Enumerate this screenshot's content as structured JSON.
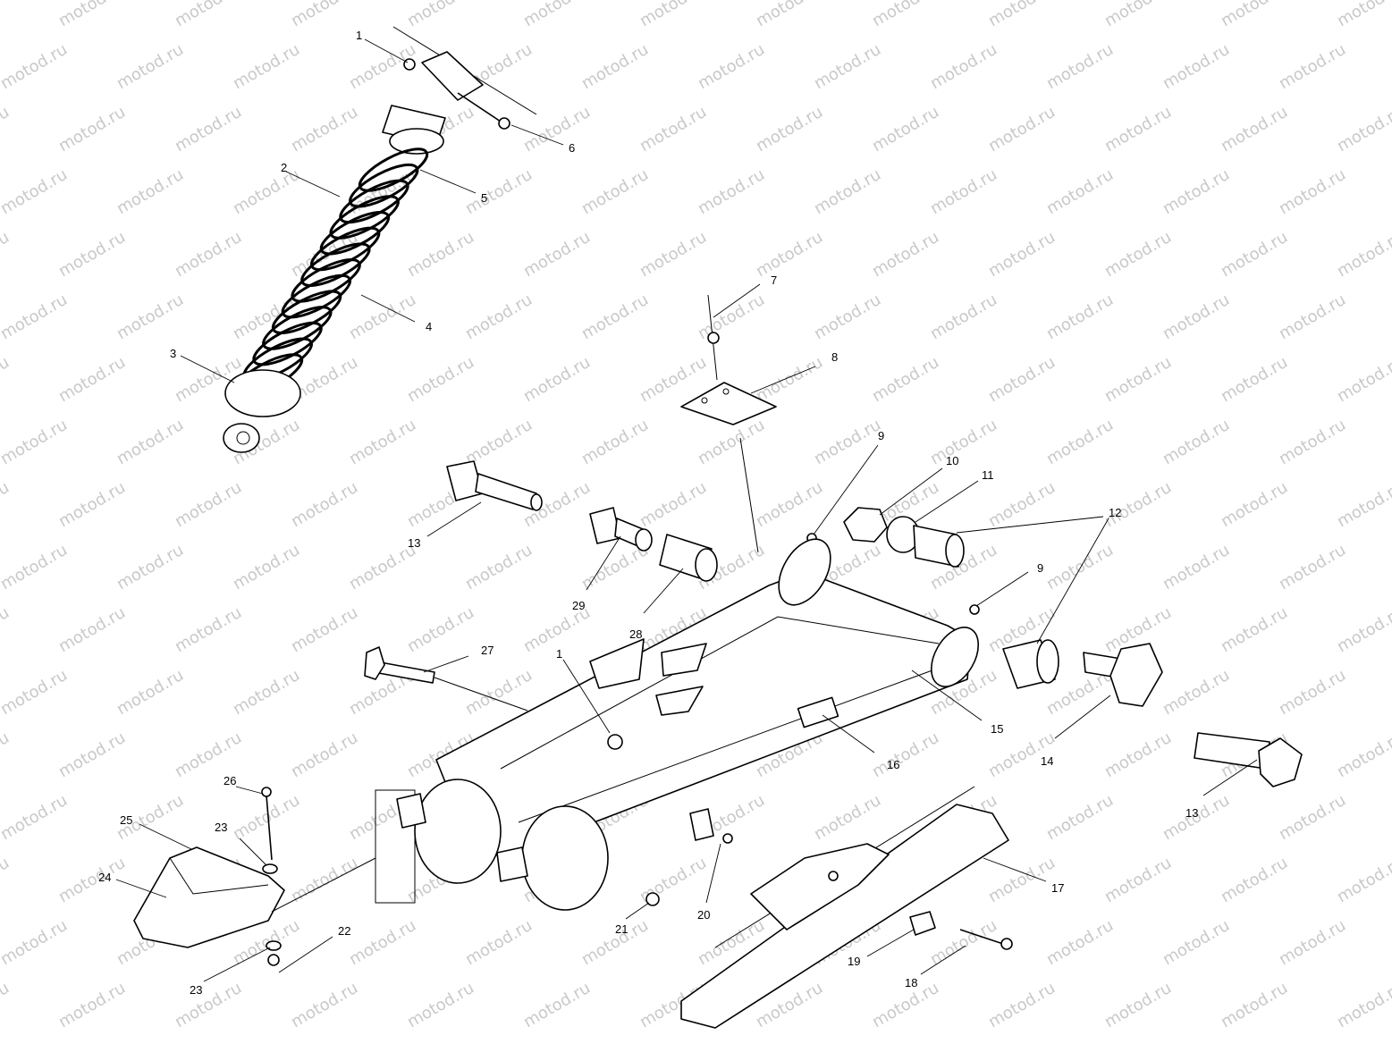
{
  "watermark": {
    "text": "motod.ru",
    "color": "#c9c9c9"
  },
  "callouts": {
    "c1a": "1",
    "c1b": "1",
    "c2": "2",
    "c3": "3",
    "c4": "4",
    "c5": "5",
    "c6": "6",
    "c7": "7",
    "c8": "8",
    "c9a": "9",
    "c9b": "9",
    "c10": "10",
    "c11": "11",
    "c12": "12",
    "c13a": "13",
    "c13b": "13",
    "c14": "14",
    "c15": "15",
    "c16": "16",
    "c17": "17",
    "c18": "18",
    "c19": "19",
    "c20": "20",
    "c21": "21",
    "c22": "22",
    "c23a": "23",
    "c23b": "23",
    "c24": "24",
    "c25": "25",
    "c26": "26",
    "c27": "27",
    "c28": "28",
    "c29": "29"
  }
}
